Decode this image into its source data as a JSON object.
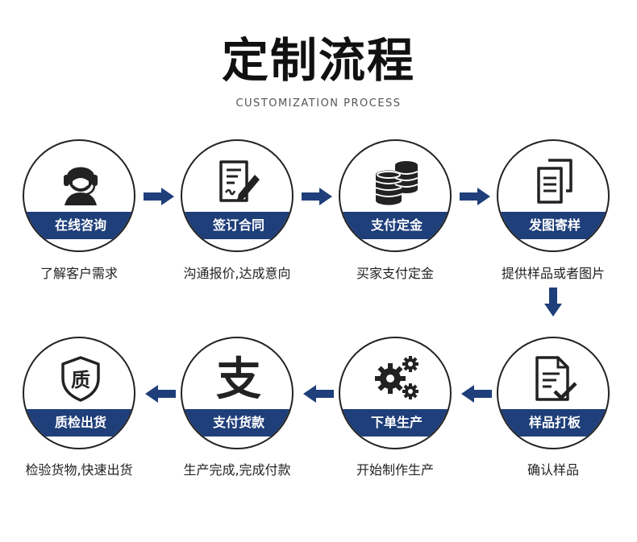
{
  "header": {
    "title": "定制流程",
    "subtitle": "CUSTOMIZATION PROCESS"
  },
  "colors": {
    "band": "#1f3f7a",
    "ink": "#222222"
  },
  "steps": [
    {
      "label": "在线咨询",
      "desc": "了解客户需求",
      "icon": "customer-service-headset-icon"
    },
    {
      "label": "签订合同",
      "desc": "沟通报价,达成意向",
      "icon": "contract-sign-icon"
    },
    {
      "label": "支付定金",
      "desc": "买家支付定金",
      "icon": "coin-stack-icon"
    },
    {
      "label": "发图寄样",
      "desc": "提供样品或者图片",
      "icon": "documents-icon"
    },
    {
      "label": "样品打板",
      "desc": "确认样品",
      "icon": "document-check-icon"
    },
    {
      "label": "下单生产",
      "desc": "开始制作生产",
      "icon": "gears-icon"
    },
    {
      "label": "支付货款",
      "desc": "生产完成,完成付款",
      "icon": "alipay-icon"
    },
    {
      "label": "质检出货",
      "desc": "检验货物,快速出货",
      "icon": "quality-shield-icon"
    }
  ],
  "quality_icon_char": "质",
  "alipay_icon_char": "支"
}
